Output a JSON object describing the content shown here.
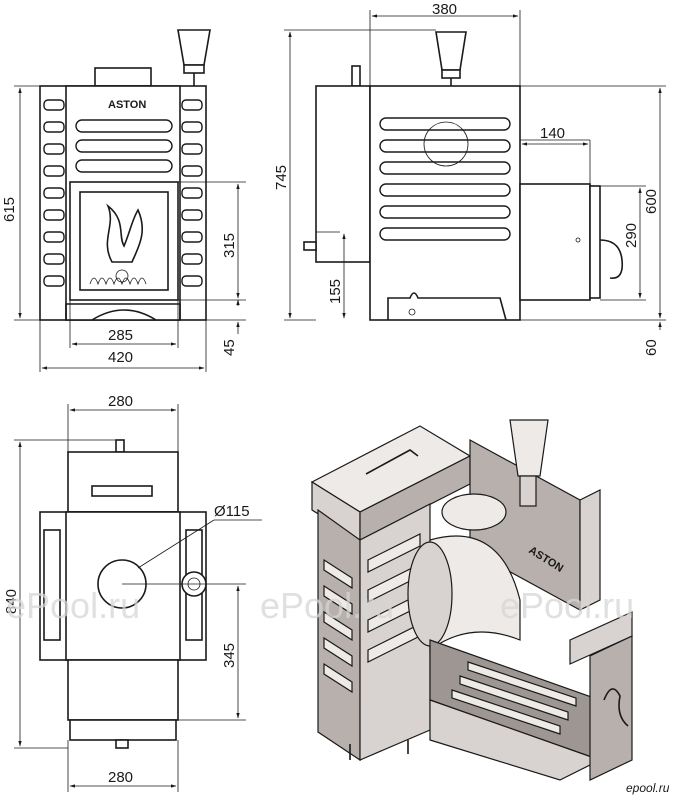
{
  "brand": "ASTON",
  "watermark": "ePool.ru",
  "corner_logo": "epool.ru",
  "front_view": {
    "dims": {
      "height_total": "615",
      "door_height": "315",
      "leg_height": "45",
      "door_width": "285",
      "width": "420"
    }
  },
  "side_view": {
    "dims": {
      "depth": "380",
      "height_chimney": "745",
      "tank_depth": "140",
      "tank_height": "600",
      "tank_body": "290",
      "bottom_offset": "155",
      "tank_bottom": "60"
    }
  },
  "top_view": {
    "dims": {
      "width_top": "280",
      "chimney_diameter": "Ø115",
      "length": "840",
      "center_offset": "345",
      "width_bottom": "280"
    }
  },
  "colors": {
    "line": "#1a1a1a",
    "metal_dark": "#9e9692",
    "metal_mid": "#b8b0ac",
    "metal_light": "#d8d3d0",
    "watermark": "#d6d6d6"
  }
}
